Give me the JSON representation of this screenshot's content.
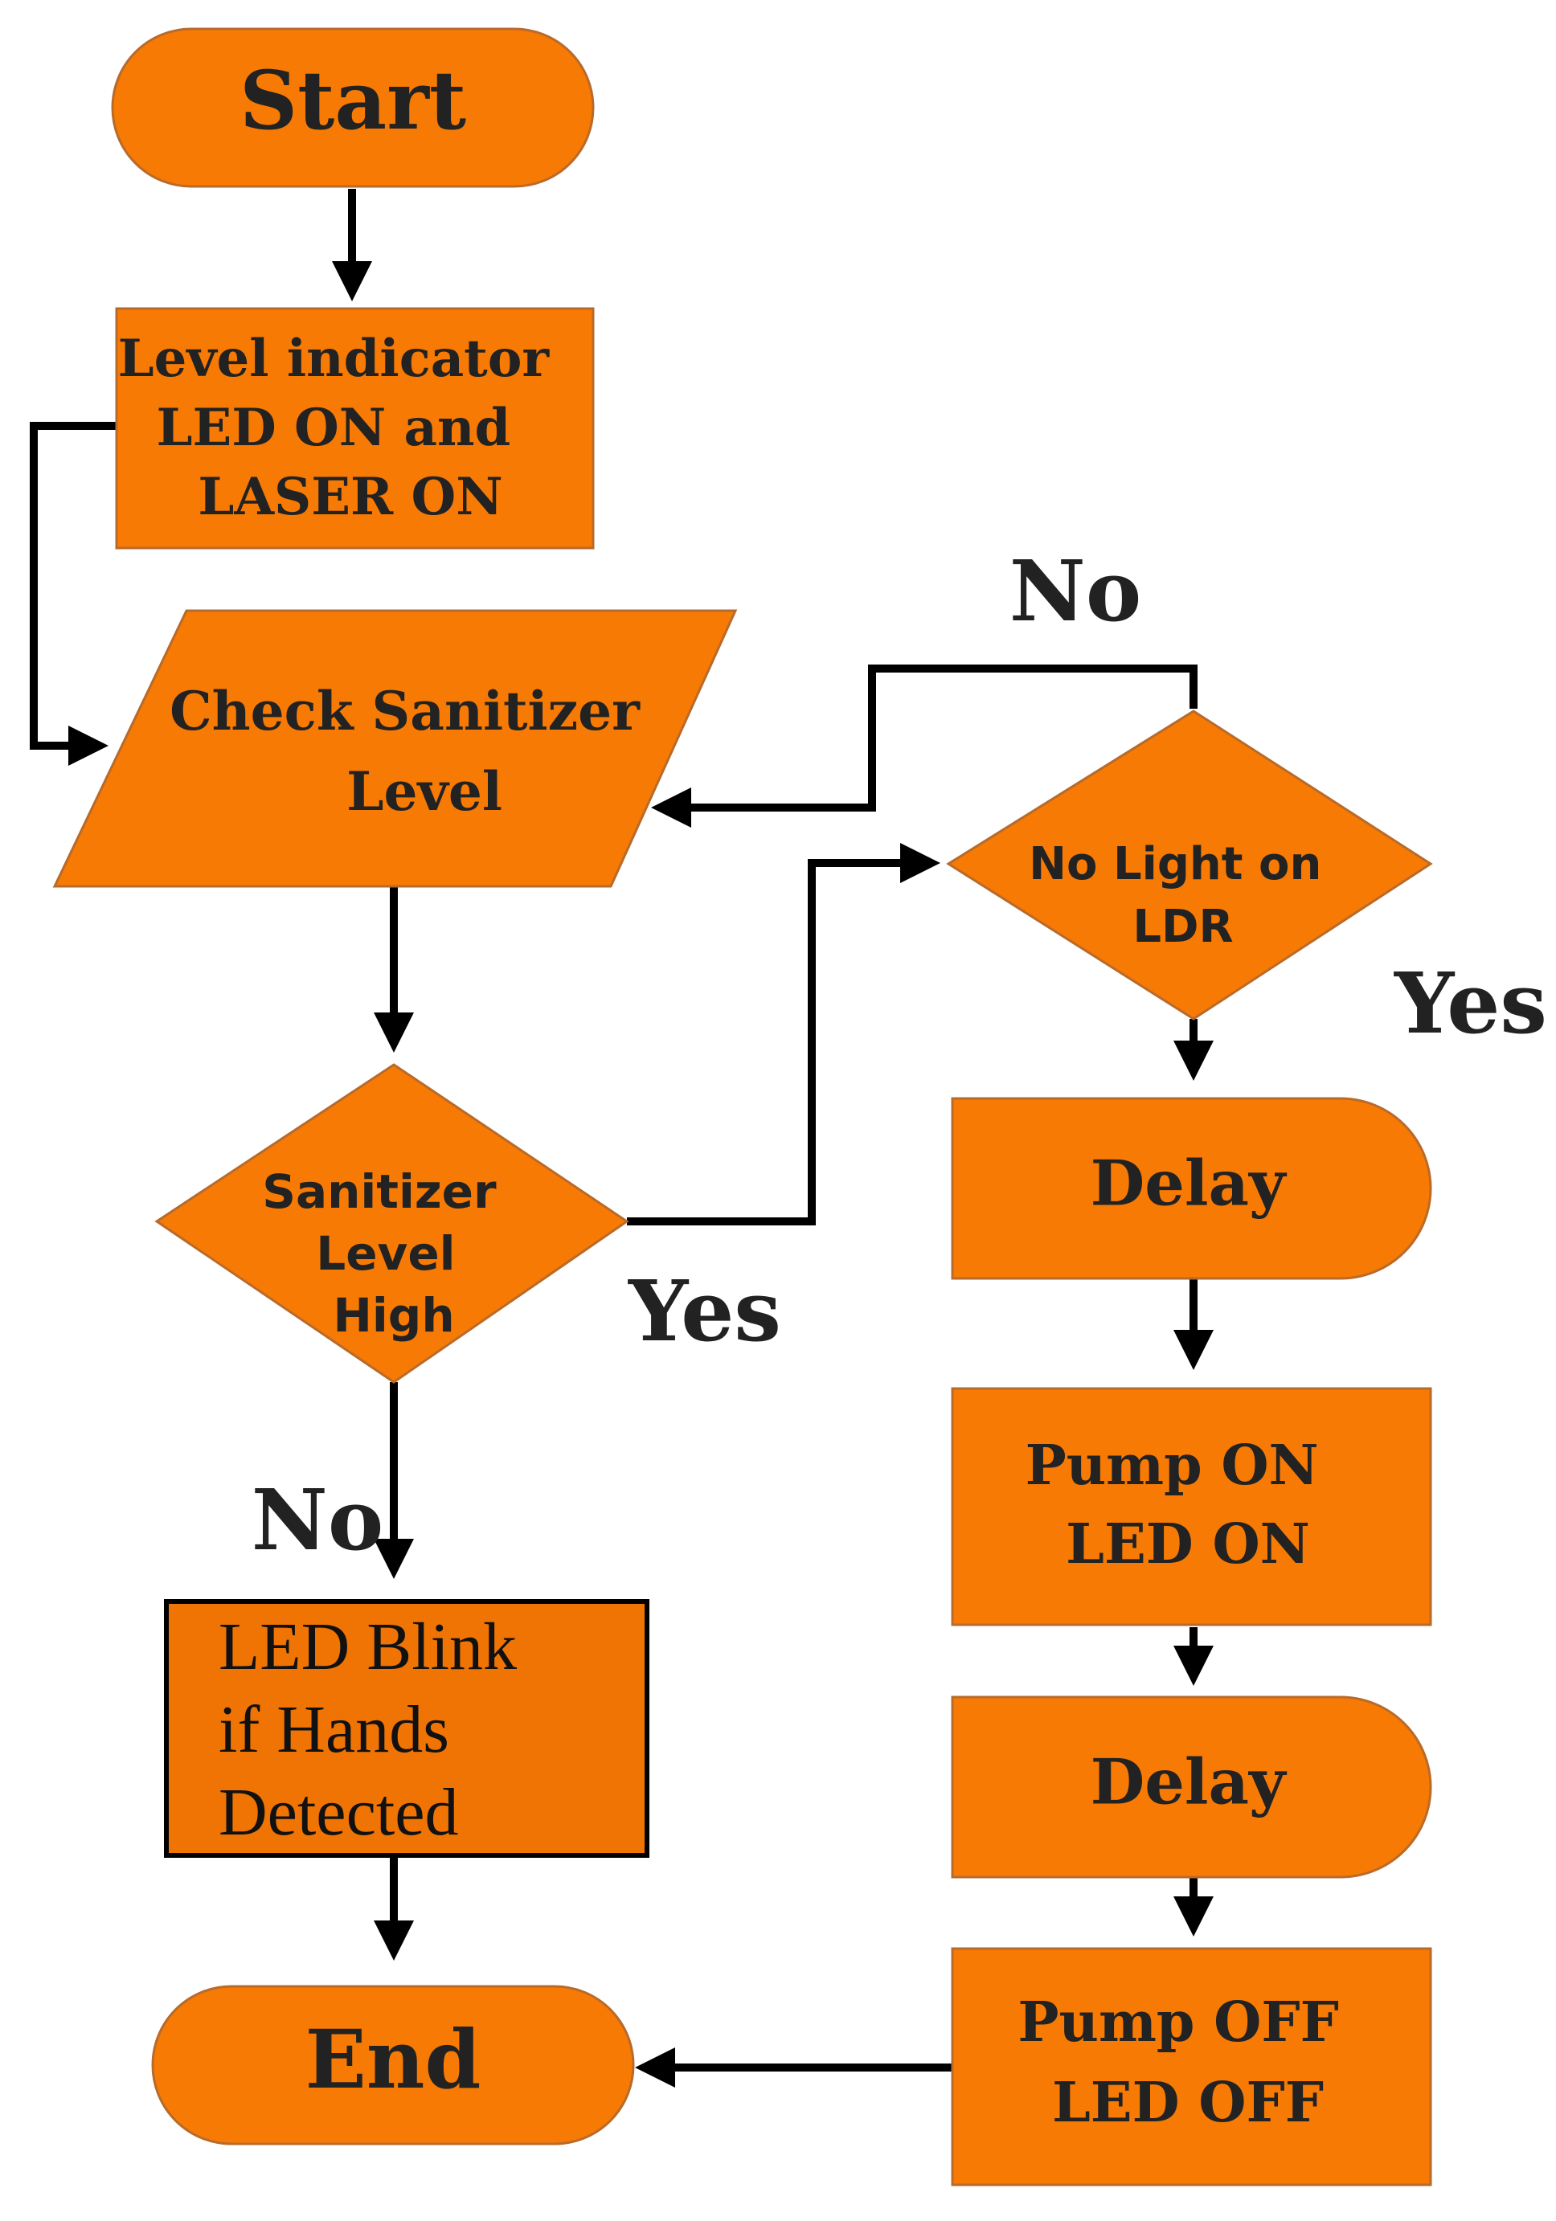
{
  "colors": {
    "node_fill": "#F77A05",
    "node_stroke": "#B86A2A",
    "highlight_fill": "#F07404",
    "arrow": "#000000"
  },
  "nodes": {
    "start": "Start",
    "level_indicator": [
      "Level indicator",
      "LED ON and",
      "LASER ON"
    ],
    "check_level": [
      "Check Sanitizer",
      "Level"
    ],
    "level_high": [
      "Sanitizer",
      "Level",
      "High"
    ],
    "led_blink": [
      "LED Blink",
      "if Hands",
      "Detected"
    ],
    "end": "End",
    "ldr": [
      "No Light on",
      "LDR"
    ],
    "delay_1": "Delay",
    "pump_on": [
      "Pump ON",
      "LED ON"
    ],
    "delay_2": "Delay",
    "pump_off": [
      "Pump OFF",
      "LED OFF"
    ]
  },
  "edge_labels": {
    "ldr_no": "No",
    "ldr_yes": "Yes",
    "level_yes": "Yes",
    "level_no": "No"
  }
}
